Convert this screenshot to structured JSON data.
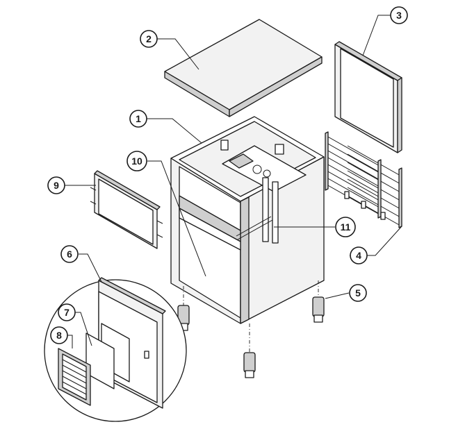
{
  "callouts": [
    {
      "id": "1",
      "label": "1"
    },
    {
      "id": "2",
      "label": "2"
    },
    {
      "id": "3",
      "label": "3"
    },
    {
      "id": "4",
      "label": "4"
    },
    {
      "id": "5",
      "label": "5"
    },
    {
      "id": "6",
      "label": "6"
    },
    {
      "id": "7",
      "label": "7"
    },
    {
      "id": "8",
      "label": "8"
    },
    {
      "id": "9",
      "label": "9"
    },
    {
      "id": "10",
      "label": "10"
    },
    {
      "id": "11",
      "label": "11"
    }
  ],
  "colors": {
    "line": "#1a1a1a",
    "panel": "#f2f2f2",
    "background": "#ffffff"
  }
}
